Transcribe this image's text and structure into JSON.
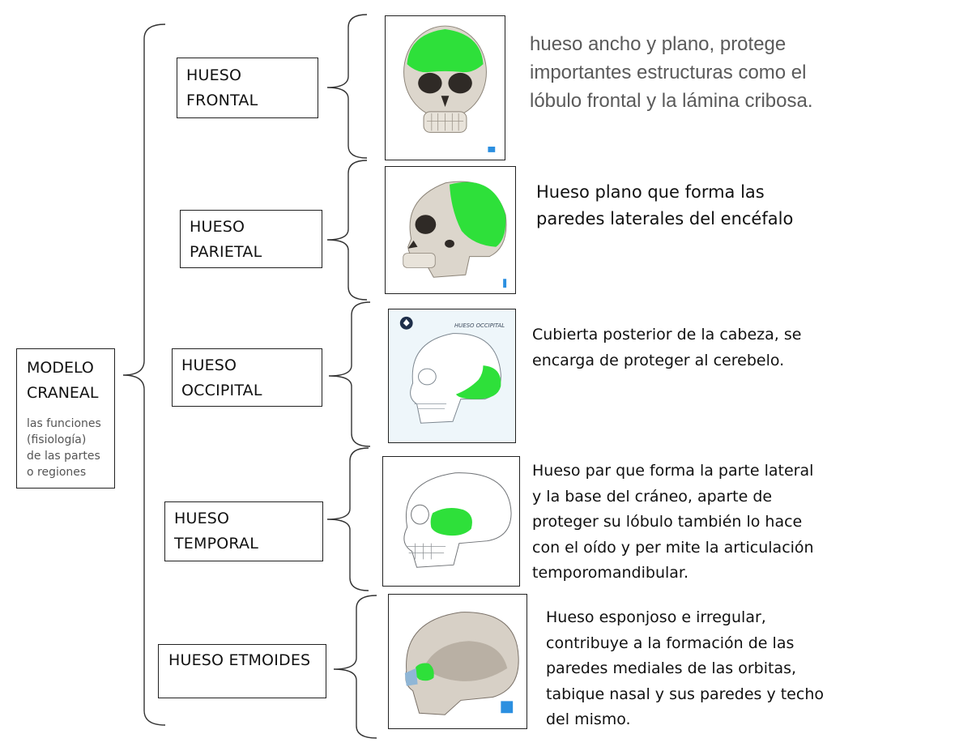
{
  "root": {
    "title": "MODELO\nCRANEAL",
    "subtitle": "las funciones\n(fisiología)\nde las partes\no regiones"
  },
  "bones": [
    {
      "label": "HUESO\nFRONTAL",
      "description": "hueso ancho y plano, protege importantes estructuras como el lóbulo frontal y la lámina cribosa.",
      "image_icon": "frontal-bone-skull-illustration"
    },
    {
      "label": "HUESO\nPARIETAL",
      "description": "Hueso plano que forma las paredes laterales del encéfalo",
      "image_icon": "parietal-bone-skull-illustration"
    },
    {
      "label": "HUESO\nOCCIPITAL",
      "description": "Cubierta posterior de la cabeza, se encarga de proteger al cerebelo.",
      "image_icon": "occipital-bone-skull-illustration",
      "image_caption": "HUESO OCCIPITAL"
    },
    {
      "label": "HUESO\nTEMPORAL",
      "description": "Hueso par que forma la parte lateral y la base del cráneo, aparte de proteger su lóbulo también lo hace con el oído y per mite la articulación temporomandibular.",
      "image_icon": "temporal-bone-skull-illustration"
    },
    {
      "label": "HUESO ETMOIDES",
      "description": "Hueso esponjoso e irregular, contribuye a la formación de las paredes mediales de las orbitas, tabique nasal y sus paredes y techo del mismo.",
      "image_icon": "ethmoid-bone-skull-illustration"
    }
  ],
  "colors": {
    "highlight_bone": "#2ee03a",
    "skull": "#dcd6cc",
    "border": "#222222",
    "first_description_text": "#5a5a5a"
  }
}
